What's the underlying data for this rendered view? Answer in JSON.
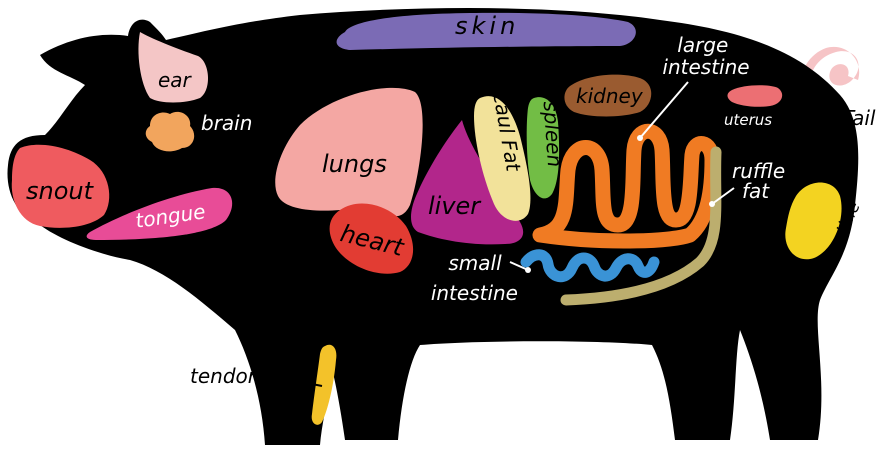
{
  "parts": {
    "skin": "skin",
    "ear": "ear",
    "brain": "brain",
    "snout": "snout",
    "tongue": "tongue",
    "lungs": "lungs",
    "heart": "heart",
    "liver": "liver",
    "caul_fat": "caul Fat",
    "spleen": "spleen",
    "kidney": "kidney",
    "large_intestine_line1": "large",
    "large_intestine_line2": "intestine",
    "small_intestine_line1": "small",
    "small_intestine_line2": "intestine",
    "ruffle_fat_line1": "ruffle",
    "ruffle_fat_line2": "fat",
    "uterus": "uterus",
    "tail": "Tail",
    "testicle": "testicle",
    "tendon": "tendon"
  },
  "colors": {
    "body": "#000000",
    "skin": "#7b6bb5",
    "ear": "#f4c6c6",
    "brain": "#f2a55d",
    "snout": "#ef5b5f",
    "tongue": "#e84c97",
    "lungs": "#f4a7a3",
    "heart": "#e23c33",
    "liver": "#b2268b",
    "caul_fat": "#f2e29a",
    "spleen": "#72bd45",
    "kidney": "#9a5b30",
    "large_intestine": "#f07b23",
    "small_intestine": "#3a93d6",
    "ruffle_fat": "#bcae6e",
    "uterus": "#ec6f73",
    "tail": "#f6c4c6",
    "testicle": "#f3d321",
    "tendon": "#f3c22a"
  }
}
